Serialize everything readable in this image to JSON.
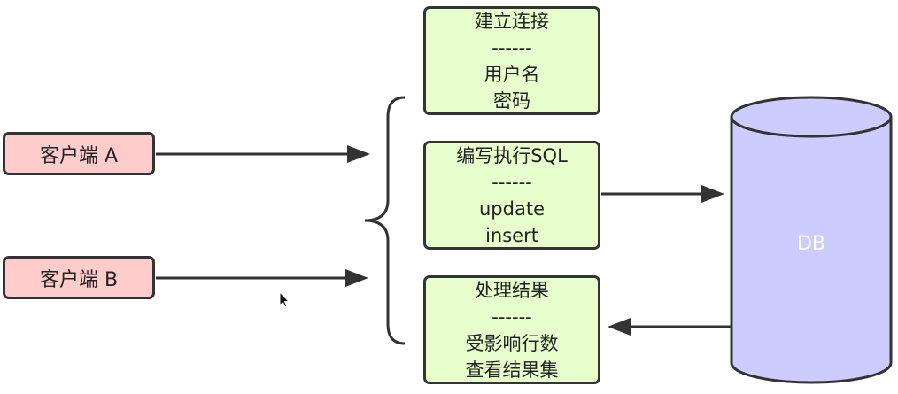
{
  "clients": [
    {
      "label": "客户端 A"
    },
    {
      "label": "客户端 B"
    }
  ],
  "steps": [
    {
      "title": "建立连接",
      "separator": "------",
      "lines": [
        "用户名",
        "密码"
      ]
    },
    {
      "title": "编写执行SQL",
      "separator": "------",
      "lines": [
        "update",
        "insert"
      ]
    },
    {
      "title": "处理结果",
      "separator": "------",
      "lines": [
        "受影响行数",
        "查看结果集"
      ]
    }
  ],
  "database": {
    "label": "DB"
  },
  "colors": {
    "client_fill": "#ffcccc",
    "step_fill": "#e6ffcc",
    "db_fill": "#ccccff",
    "stroke": "#333333"
  }
}
